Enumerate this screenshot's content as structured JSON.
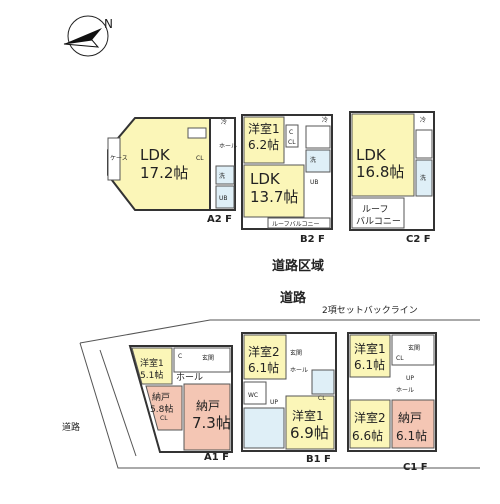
{
  "compass": {
    "north_label": "N"
  },
  "road_area_label": "道路区域",
  "road_label": "道路",
  "setback_label": "2項セットバックライン",
  "side_road_label": "道路",
  "plans": {
    "a2": {
      "floor": "A2 F",
      "ldk_name": "LDK",
      "ldk_size": "17.2帖",
      "fridge": "冷",
      "wash": "洗",
      "bath": "UB",
      "cl": "CL",
      "hall": "ホール",
      "storage": "ケース"
    },
    "b2": {
      "floor": "B2 F",
      "room1_name": "洋室1",
      "room1_size": "6.2帖",
      "ldk_name": "LDK",
      "ldk_size": "13.7帖",
      "roof_balcony": "ルーフバルコニー",
      "fridge": "冷",
      "wash": "洗",
      "bath": "UB",
      "cl": "CL",
      "c": "C"
    },
    "c2": {
      "floor": "C2 F",
      "ldk_name": "LDK",
      "ldk_size": "16.8帖",
      "roof_balcony_1": "ルーフ",
      "roof_balcony_2": "バルコニー",
      "fridge": "冷",
      "wash": "洗"
    },
    "a1": {
      "floor": "A1 F",
      "room1_name": "洋室1",
      "room1_size": "5.1帖",
      "nando1_name": "納戸",
      "nando1_size": "5.8帖",
      "nando2_name": "納戸",
      "nando2_size": "7.3帖",
      "hall": "ホール",
      "genkan": "玄関",
      "cl": "CL",
      "c": "C"
    },
    "b1": {
      "floor": "B1 F",
      "room2_name": "洋室2",
      "room2_size": "6.1帖",
      "room1_name": "洋室1",
      "room1_size": "6.9帖",
      "hall": "ホール",
      "genkan": "玄関",
      "wc": "WC",
      "cl": "CL",
      "up": "UP"
    },
    "c1": {
      "floor": "C1 F",
      "room1_name": "洋室1",
      "room1_size": "6.1帖",
      "room2_name": "洋室2",
      "room2_size": "6.6帖",
      "nando_name": "納戸",
      "nando_size": "6.1帖",
      "hall": "ホール",
      "genkan": "玄関",
      "cl": "CL",
      "up": "UP"
    }
  },
  "colors": {
    "yellow_room": "#fbf6b8",
    "pink_room": "#f4c6b4",
    "wet_area": "#dfeff7",
    "wall": "#333333"
  }
}
